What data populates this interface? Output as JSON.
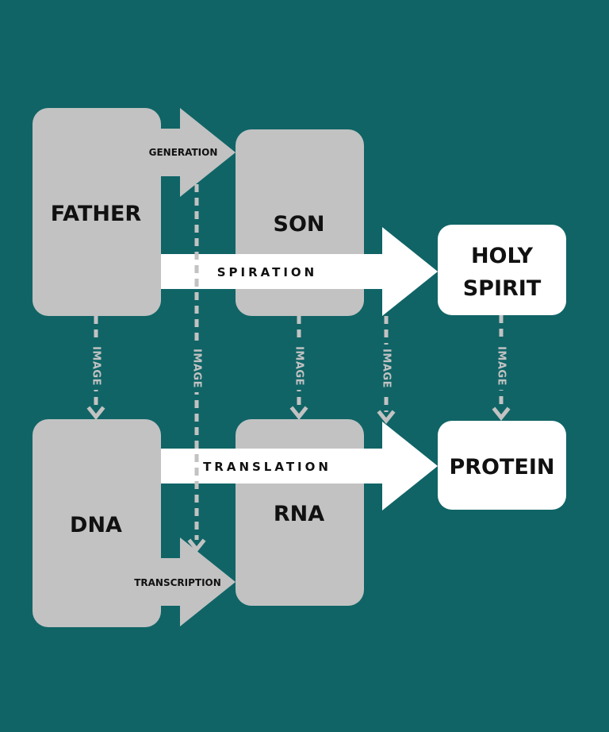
{
  "colors": {
    "background": "#106466",
    "grey_box": "#c2c2c2",
    "white_box": "#ffffff",
    "text": "#111111",
    "dashed_line": "#c2c2c2"
  },
  "nodes": {
    "father": "FATHER",
    "son": "SON",
    "holy_spirit_line1": "HOLY",
    "holy_spirit_line2": "SPIRIT",
    "dna": "DNA",
    "rna": "RNA",
    "protein": "PROTEIN"
  },
  "arrows": {
    "generation": "GENERATION",
    "spiration": "SPIRATION",
    "translation": "TRANSLATION",
    "transcription": "TRANSCRIPTION"
  },
  "image_links": {
    "father_dna": "IMAGE",
    "generation_transcription": "IMAGE",
    "son_rna": "IMAGE",
    "spiration_translation": "IMAGE",
    "holy_spirit_protein": "IMAGE"
  }
}
